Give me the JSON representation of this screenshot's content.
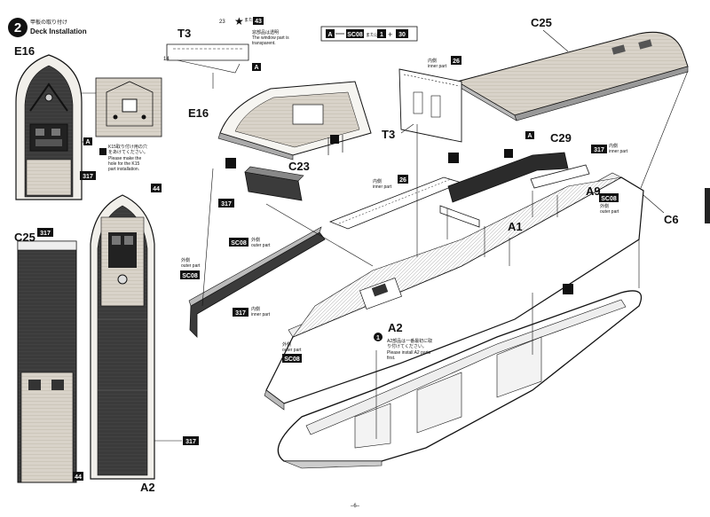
{
  "header": {
    "step_number": "2",
    "title_jp": "甲板の取り付け",
    "title_en": "Deck Installation"
  },
  "labels": {
    "e16_left": "E16",
    "c25_left": "C25",
    "a2_bottom": "A2",
    "t3_top": "T3",
    "c25_top": "C25",
    "e16_mid": "E16",
    "t3_mid": "T3",
    "c23": "C23",
    "c29": "C29",
    "a9": "A9",
    "a1": "A1",
    "c6": "C6",
    "a2_mid": "A2"
  },
  "badges": {
    "n317_a": "317",
    "n317_b": "317",
    "n317_c": "317",
    "n317_d": "317",
    "n317_e": "317",
    "n317_f": "317",
    "n44_a": "44",
    "n44_b": "44",
    "n43": "43",
    "n26_a": "26",
    "n26_b": "26",
    "sc08_a": "SC08",
    "sc08_b": "SC08",
    "sc08_c": "SC08",
    "sc08_d": "SC08",
    "sc08_e": "SC08",
    "a_a": "A",
    "a_b": "A",
    "a_c": "A",
    "a_d": "A",
    "n23": "23",
    "n1": "1",
    "n30": "30"
  },
  "notes": {
    "window_jp": "窓部品は透明",
    "window_en1": "The window part is",
    "window_en2": "transparent.",
    "k15_jp1": "K15取り付け用の穴",
    "k15_jp2": "をあけてください。",
    "k15_en1": "Please make the",
    "k15_en2": "hole for the K15",
    "k15_en3": "part installation.",
    "inner_jp": "内側",
    "inner_en": "inner part",
    "outer_jp": "外側",
    "outer_en": "outer part",
    "a2_jp1": "A2部品は一番最初に取",
    "a2_jp2": "り付けてください。",
    "a2_en1": "Please install A2 parts",
    "a2_en2": "first.",
    "or": "または",
    "plus": "+"
  },
  "footer": {
    "page": "–6–"
  },
  "colors": {
    "ink": "#111111",
    "deck_light": "#d9d3c9",
    "deck_dark": "#3b3b3b",
    "paper": "#ffffff"
  }
}
